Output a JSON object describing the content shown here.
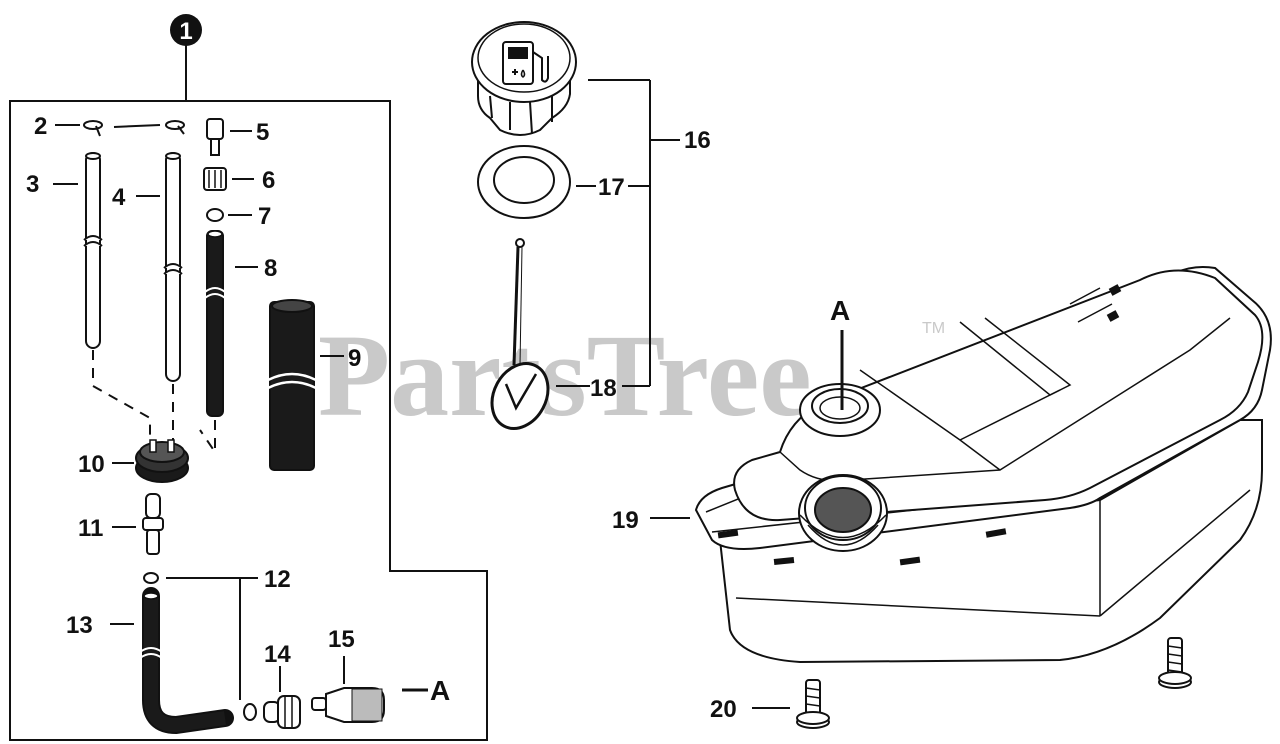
{
  "diagram": {
    "watermark": "PartsTree",
    "trademark": "TM",
    "group_badge": "1",
    "callouts": {
      "c2": "2",
      "c3": "3",
      "c4": "4",
      "c5": "5",
      "c6": "6",
      "c7": "7",
      "c8": "8",
      "c9": "9",
      "c10": "10",
      "c11": "11",
      "c12": "12",
      "c13": "13",
      "c14": "14",
      "c15": "15",
      "c16": "16",
      "c17": "17",
      "c18": "18",
      "c19": "19",
      "c20": "20",
      "a_left": "A",
      "a_tank": "A"
    }
  }
}
